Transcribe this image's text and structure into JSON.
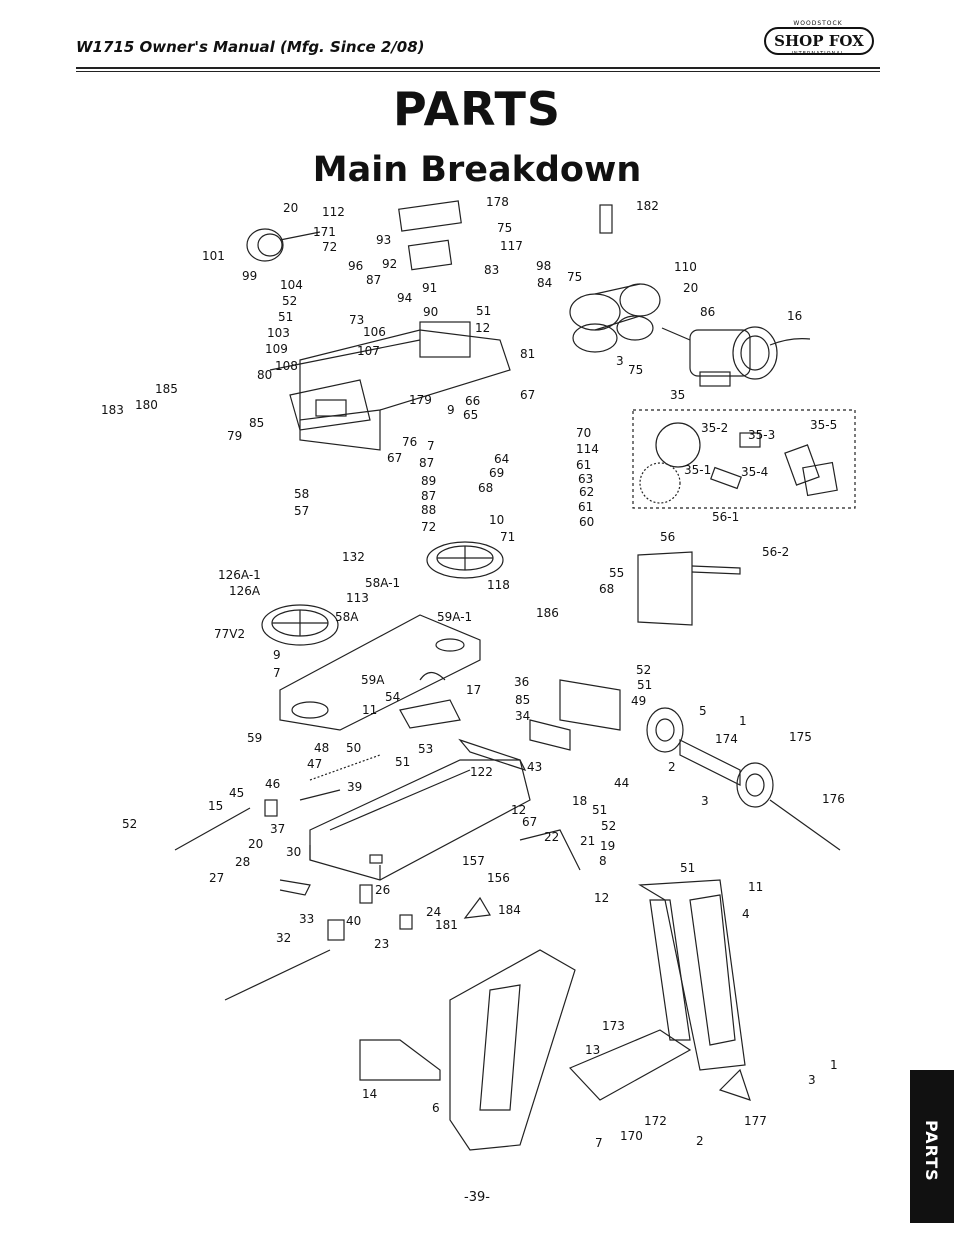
{
  "header": {
    "manual_title": "W1715 Owner's Manual (Mfg. Since 2/08)"
  },
  "logo": {
    "top_text": "WOODSTOCK",
    "brand": "SHOP FOX",
    "bottom_text": "INTERNATIONAL"
  },
  "page_title": "PARTS",
  "section_title": "Main Breakdown",
  "side_tab": "PARTS",
  "page_number": "-39-",
  "callouts": {
    "c20a": "20",
    "c112": "112",
    "c171": "171",
    "c72a": "72",
    "c101": "101",
    "c99": "99",
    "c96": "96",
    "c87a": "87",
    "c104": "104",
    "c52a": "52",
    "c51a": "51",
    "c103": "103",
    "c73": "73",
    "c106": "106",
    "c109": "109",
    "c107": "107",
    "c108": "108",
    "c80": "80",
    "c94": "94",
    "c178": "178",
    "c93": "93",
    "c75a": "75",
    "c117": "117",
    "c92": "92",
    "c83": "83",
    "c98": "98",
    "c84": "84",
    "c75b": "75",
    "c91": "91",
    "c90": "90",
    "c51b": "51",
    "c12a": "12",
    "c81": "81",
    "c182": "182",
    "c110": "110",
    "c20b": "20",
    "c86": "86",
    "c16": "16",
    "c3a": "3",
    "c75c": "75",
    "c35": "35",
    "c185": "185",
    "c183": "183",
    "c180": "180",
    "c85a": "85",
    "c79": "79",
    "c179": "179",
    "c9a": "9",
    "c76": "76",
    "c7a": "7",
    "c66": "66",
    "c65": "65",
    "c67a": "67",
    "c67b": "67",
    "c87b": "87",
    "c89": "89",
    "c87c": "87",
    "c88": "88",
    "c72b": "72",
    "c10": "10",
    "c71": "71",
    "c70": "70",
    "c114": "114",
    "c64": "64",
    "c61a": "61",
    "c69": "69",
    "c63": "63",
    "c68a": "68",
    "c62": "62",
    "c61b": "61",
    "c60": "60",
    "c118": "118",
    "c35_2": "35-2",
    "c35_3": "35-3",
    "c35_5": "35-5",
    "c35_1": "35-1",
    "c35_4": "35-4",
    "c58": "58",
    "c57": "57",
    "c132": "132",
    "c126a1": "126A-1",
    "c126a": "126A",
    "c58a1": "58A-1",
    "c113": "113",
    "c77v2": "77V2",
    "c58a": "58A",
    "c9b": "9",
    "c7b": "7",
    "c59a1": "59A-1",
    "c186": "186",
    "c56_1": "56-1",
    "c56": "56",
    "c56_2": "56-2",
    "c55": "55",
    "c68b": "68",
    "c59a": "59A",
    "c54": "54",
    "c17": "17",
    "c36": "36",
    "c85b": "85",
    "c34": "34",
    "c52b": "52",
    "c51c": "51",
    "c49": "49",
    "c11a": "11",
    "c59": "59",
    "c48": "48",
    "c50": "50",
    "c51d": "51",
    "c53": "53",
    "c122": "122",
    "c43": "43",
    "c5": "5",
    "c1a": "1",
    "c174": "174",
    "c175": "175",
    "c47": "47",
    "c39": "39",
    "c44": "44",
    "c2a": "2",
    "c3b": "3",
    "c46": "46",
    "c45": "45",
    "c15": "15",
    "c18": "18",
    "c51e": "51",
    "c12b": "12",
    "c67c": "67",
    "c52c": "52",
    "c52d": "52",
    "c176": "176",
    "c37": "37",
    "c22": "22",
    "c21": "21",
    "c19": "19",
    "c20c": "20",
    "c30": "30",
    "c8": "8",
    "c27": "27",
    "c28": "28",
    "c157": "157",
    "c156": "156",
    "c26": "26",
    "c24": "24",
    "c181": "181",
    "c184": "184",
    "c51f": "51",
    "c12c": "12",
    "c11b": "11",
    "c4": "4",
    "c33": "33",
    "c40": "40",
    "c32": "32",
    "c23": "23",
    "c173": "173",
    "c13": "13",
    "c1b": "1",
    "c3c": "3",
    "c14": "14",
    "c6": "6",
    "c172": "172",
    "c170": "170",
    "c7c": "7",
    "c2b": "2",
    "c177": "177"
  }
}
